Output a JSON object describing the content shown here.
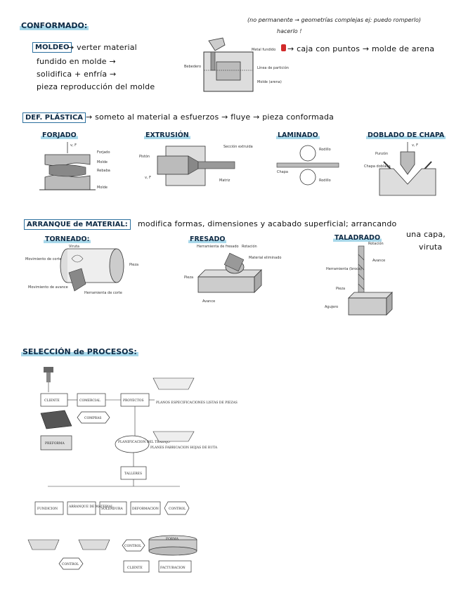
{
  "conformado": {
    "heading": "CONFORMADO:",
    "note_top": "(no permanente → geometrías complejas ej: puedo romperlo)",
    "note_hand": "hacerlo !",
    "moldeo_label": "MOLDEO",
    "moldeo_line1": "→ verter material",
    "moldeo_line2": "fundido en molde →",
    "moldeo_line3": "solidifica + enfría →",
    "moldeo_line4": "pieza reproducción del molde",
    "sand_line": "→ caja con puntos → molde de arena",
    "fig_labels": [
      "Bebedero",
      "Metal fundido",
      "Línea de partición",
      "Molde (arena)"
    ]
  },
  "def_plastica": {
    "label": "DEF. PLÁSTICA",
    "text": "→ someto al material a esfuerzos → fluye → pieza conformada",
    "forjado": {
      "title": "FORJADO",
      "labels": [
        "v, F",
        "Forjado",
        "Molde",
        "Rebaba",
        "Molde"
      ]
    },
    "extrusion": {
      "title": "EXTRUSIÓN",
      "labels": [
        "Pistón",
        "Sección extruida",
        "v, F",
        "Matriz"
      ]
    },
    "laminado": {
      "title": "LAMINADO",
      "labels": [
        "Rodillo",
        "Rodillo",
        "Chapa"
      ]
    },
    "doblado": {
      "title": "DOBLADO DE CHAPA",
      "labels": [
        "v, F",
        "Punzón",
        "Chapa doblada"
      ]
    }
  },
  "arranque": {
    "label": "ARRANQUE de MATERIAL:",
    "text": "modifica formas, dimensiones y acabado superficial; arrancando",
    "text2": "una capa,",
    "text3": "viruta",
    "torneado": {
      "title": "TORNEADO:",
      "labels": [
        "Viruta",
        "Movimiento de corte",
        "Pieza",
        "Movimiento de avance",
        "Herramienta de corte"
      ]
    },
    "fresado": {
      "title": "FRESADO",
      "labels": [
        "Herramienta de fresado",
        "Rotación",
        "Material eliminado",
        "Pieza",
        "Avance"
      ]
    },
    "taladrado": {
      "title": "TALADRADO",
      "labels": [
        "Rotación",
        "Avance",
        "Herramienta (broca)",
        "Pieza",
        "Agujero"
      ]
    }
  },
  "seleccion": {
    "heading": "SELECCIÓN de PROCESOS:",
    "flow": {
      "cliente": "CLIENTE",
      "comercial": "COMERCIAL",
      "proyectos": "PROYECTOS",
      "planos": "PLANOS ESPECIFICACIONES LISTAS DE PIEZAS",
      "compras": "COMPRAS",
      "preforma": "PREFORMA",
      "planificacion": "PLANIFICACION DEL TRABAJO",
      "planes": "PLANES FABRICACION HOJAS DE RUTA",
      "talleres": "TALLERES",
      "fundicion": "FUNDICION",
      "arranque": "ARRANQUE DE MATERIAL",
      "soldadura": "SOLDADURA",
      "deformacion": "DEFORMACION",
      "control1": "CONTROL",
      "control2": "CONTROL",
      "control3": "CONTROL",
      "forma": "FORMA",
      "cliente2": "CLIENTE",
      "facturacion": "FACTURACION"
    }
  }
}
